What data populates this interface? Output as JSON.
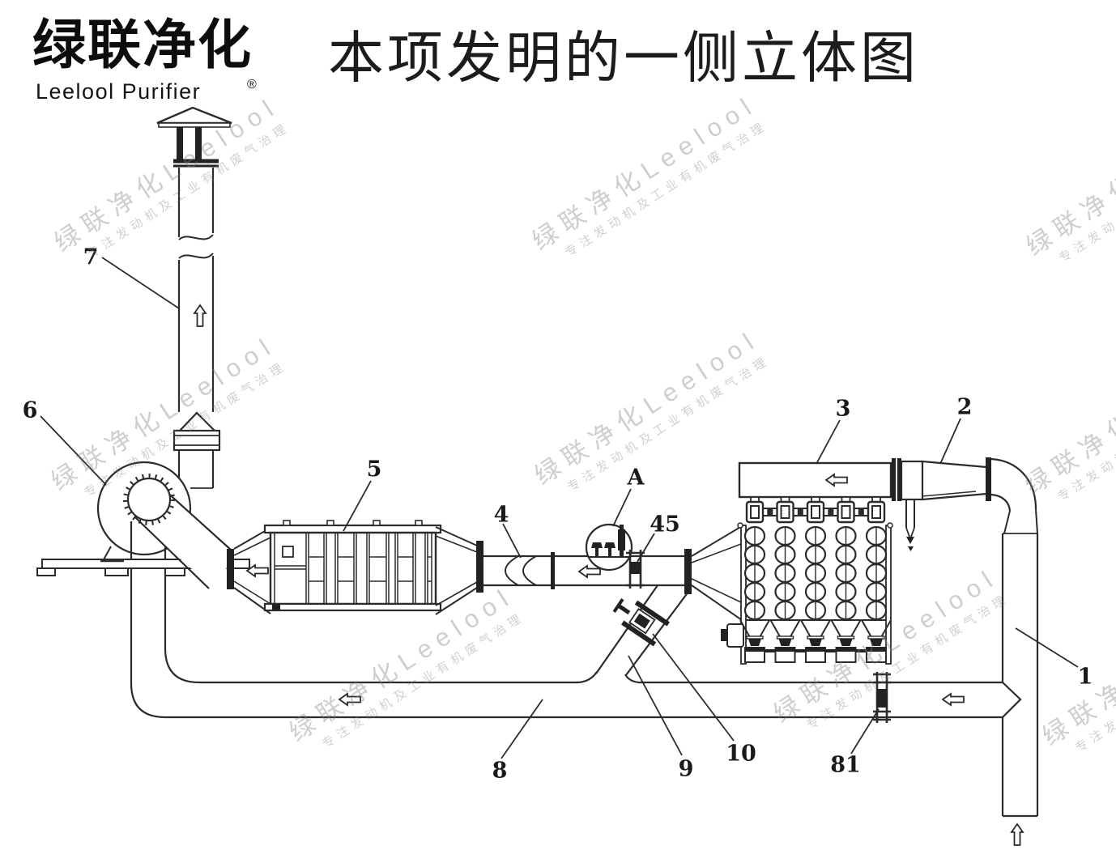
{
  "header": {
    "logo": {
      "cn": "绿联净化",
      "en": "Leelool Purifier",
      "reg": "®"
    },
    "title": "本项发明的一侧立体图"
  },
  "watermark": {
    "line1": "绿联净化Leelool",
    "line2": "专注发动机及工业有机废气治理"
  },
  "diagram": {
    "part_labels": [
      {
        "id": "1",
        "text": "1"
      },
      {
        "id": "2",
        "text": "2"
      },
      {
        "id": "3",
        "text": "3"
      },
      {
        "id": "4",
        "text": "4"
      },
      {
        "id": "5",
        "text": "5"
      },
      {
        "id": "6",
        "text": "6"
      },
      {
        "id": "7",
        "text": "7"
      },
      {
        "id": "8",
        "text": "8"
      },
      {
        "id": "9",
        "text": "9"
      },
      {
        "id": "10",
        "text": "10"
      },
      {
        "id": "45",
        "text": "45"
      },
      {
        "id": "81",
        "text": "81"
      },
      {
        "id": "A",
        "text": "A"
      }
    ],
    "flow_arrows": [
      {
        "name": "stack-up-arrow",
        "direction": "up"
      },
      {
        "name": "box5-inlet-left-arrow",
        "direction": "left"
      },
      {
        "name": "pipe4-left-arrow",
        "direction": "left"
      },
      {
        "name": "filter-header-left-arrow",
        "direction": "left"
      },
      {
        "name": "bottom-pipe-left-arrow-1",
        "direction": "left"
      },
      {
        "name": "bottom-pipe-left-arrow-2",
        "direction": "left"
      },
      {
        "name": "inlet-up-arrow",
        "direction": "up"
      }
    ]
  },
  "colors": {
    "line": "#2b2b2b",
    "background": "#ffffff",
    "watermark": "#bdbdbd"
  }
}
